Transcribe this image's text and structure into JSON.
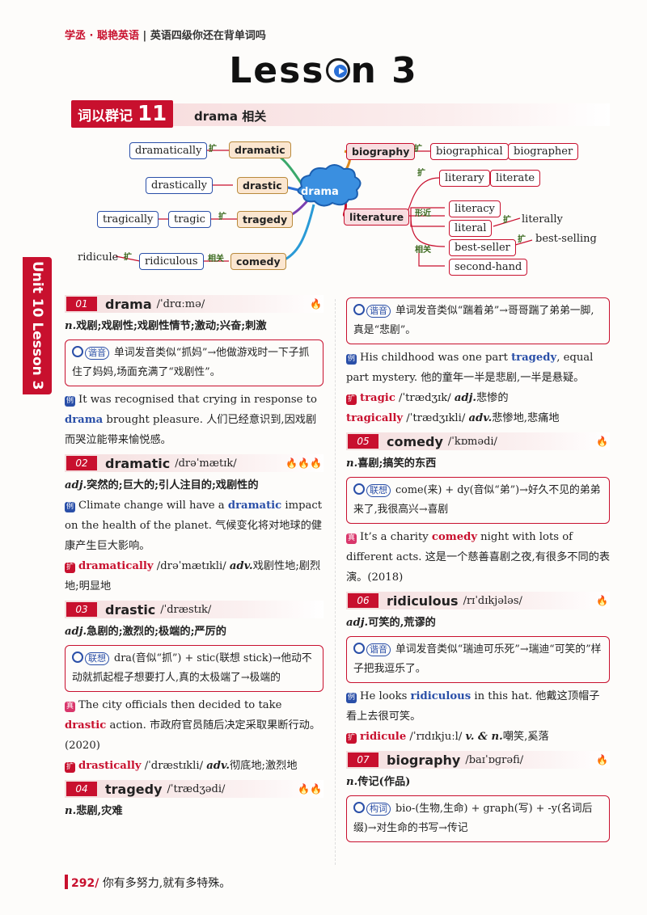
{
  "header": {
    "brand": "学丞 · 聪艳英语",
    "series": "英语四级你还在背单词吗"
  },
  "lesson_title": {
    "before": "Less",
    "after": "n 3"
  },
  "section": {
    "badge": "词以群记",
    "number": "11",
    "title": "drama 相关"
  },
  "mindmap": {
    "center": "drama",
    "nodes": {
      "dramatically": "dramatically",
      "dramatic": "dramatic",
      "drastically": "drastically",
      "drastic": "drastic",
      "tragically": "tragically",
      "tragic": "tragic",
      "tragedy": "tragedy",
      "ridicule": "ridicule",
      "ridiculous": "ridiculous",
      "comedy": "comedy",
      "biography": "biography",
      "biographical": "biographical",
      "biographer": "biographer",
      "literature": "literature",
      "literary": "literary",
      "literate": "literate",
      "literacy": "literacy",
      "literal": "literal",
      "literally": "literally",
      "best_seller": "best-seller",
      "best_selling": "best-selling",
      "second_hand": "second-hand"
    },
    "tags": {
      "kuo": "扩",
      "xingjin": "形近",
      "xiangguan": "相关"
    }
  },
  "side_tab": "Unit 10 Lesson 3",
  "entries": {
    "e01": {
      "num": "01",
      "word": "drama",
      "phon": "/ˈdrɑːmə/",
      "fire": "🔥",
      "pos": "n.",
      "def": "戏剧;戏剧性;戏剧性情节;激动;兴奋;刺激",
      "tip_label": "谐音",
      "tip": "单词发音类似“抓妈”→他做游戏时一下子抓住了妈妈,场面充满了“戏剧性”。",
      "ex_mark": "例",
      "ex_pre": "It was recognised that crying in response to ",
      "ex_kw": "drama",
      "ex_post": " brought pleasure. 人们已经意识到,因戏剧而哭泣能带来愉悦感。"
    },
    "e02": {
      "num": "02",
      "word": "dramatic",
      "phon": "/drəˈmætɪk/",
      "fire": "🔥🔥🔥",
      "pos": "adj.",
      "def": "突然的;巨大的;引人注目的;戏剧性的",
      "ex_mark": "例",
      "ex_pre": "Climate change will have a ",
      "ex_kw": "dramatic",
      "ex_post": " impact on the health of the planet. 气候变化将对地球的健康产生巨大影响。",
      "der_mark": "扩",
      "der_word": "dramatically",
      "der_phon": " /drəˈmætɪkli/ ",
      "der_pos": "adv.",
      "der_def": "戏剧性地;剧烈地;明显地"
    },
    "e03": {
      "num": "03",
      "word": "drastic",
      "phon": "/ˈdræstɪk/",
      "pos": "adj.",
      "def": "急剧的;激烈的;极端的;严厉的",
      "tip_label": "联想",
      "tip": "dra(音似“抓”) + stic(联想 stick)→他动不动就抓起棍子想要打人,真的太极端了→极端的",
      "ex_mark": "真",
      "ex_pre": "The city officials then decided to take ",
      "ex_kw": "drastic",
      "ex_post": " action. 市政府官员随后决定采取果断行动。(2020)",
      "der_mark": "扩",
      "der_word": "drastically",
      "der_phon": " /ˈdræstɪkli/ ",
      "der_pos": "adv.",
      "der_def": "彻底地;激烈地"
    },
    "e04": {
      "num": "04",
      "word": "tragedy",
      "phon": "/ˈtrædʒədi/",
      "fire": "🔥🔥",
      "pos": "n.",
      "def": "悲剧,灾难",
      "tip_label": "谐音",
      "tip": "单词发音类似“踹着弟”→哥哥踹了弟弟一脚,真是“悲剧”。",
      "ex_mark": "例",
      "ex_pre": "His childhood was one part ",
      "ex_kw": "tragedy",
      "ex_post": ", equal part mystery. 他的童年一半是悲剧,一半是悬疑。",
      "der1_mark": "扩",
      "der1_word": "tragic",
      "der1_phon": " /ˈtrædʒɪk/ ",
      "der1_pos": "adj.",
      "der1_def": "悲惨的",
      "der2_word": "tragically",
      "der2_phon": " /ˈtrædʒɪkli/ ",
      "der2_pos": "adv.",
      "der2_def": "悲惨地,悲痛地"
    },
    "e05": {
      "num": "05",
      "word": "comedy",
      "phon": "/ˈkɒmədi/",
      "fire": "🔥",
      "pos": "n.",
      "def": "喜剧;搞笑的东西",
      "tip_label": "联想",
      "tip": "come(来) + dy(音似“弟”)→好久不见的弟弟来了,我很高兴→喜剧",
      "ex_mark": "真",
      "ex_pre": "It’s a charity ",
      "ex_kw": "comedy",
      "ex_post": " night with lots of different acts. 这是一个慈善喜剧之夜,有很多不同的表演。(2018)"
    },
    "e06": {
      "num": "06",
      "word": "ridiculous",
      "phon": "/rɪˈdɪkjələs/",
      "fire": "🔥",
      "pos": "adj.",
      "def": "可笑的,荒谬的",
      "tip_label": "谐音",
      "tip": "单词发音类似“瑞迪可乐死”→瑞迪“可笑的”样子把我逗乐了。",
      "ex_mark": "例",
      "ex_pre": "He looks ",
      "ex_kw": "ridiculous",
      "ex_post": " in this hat. 他戴这顶帽子看上去很可笑。",
      "der_mark": "扩",
      "der_word": "ridicule",
      "der_phon": " /ˈrɪdɪkjuːl/ ",
      "der_pos": "v. & n.",
      "der_def": "嘲笑,奚落"
    },
    "e07": {
      "num": "07",
      "word": "biography",
      "phon": "/baɪˈɒɡrəfi/",
      "fire": "🔥",
      "pos": "n.",
      "def": "传记(作品)",
      "tip_label": "构词",
      "tip": "bio-(生物,生命) + graph(写) + -y(名词后缀)→对生命的书写→传记"
    }
  },
  "footer": {
    "page": "292",
    "slogan": "你有多努力,就有多特殊。"
  }
}
